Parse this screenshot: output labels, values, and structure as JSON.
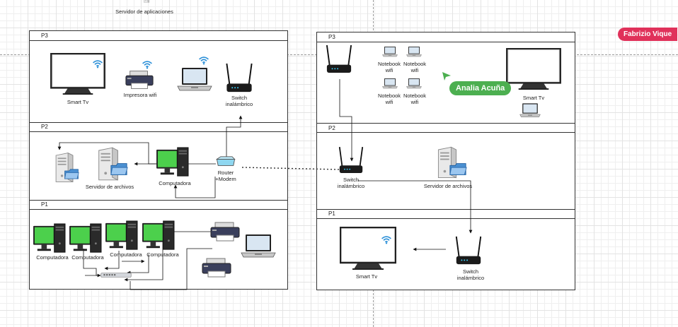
{
  "top_label": "Servidor de aplicaciones",
  "collaborators": {
    "green": "Analia Acuña",
    "red": "Fabrizio Vique"
  },
  "left": {
    "floors": {
      "p3": "P3",
      "p2": "P2",
      "p1": "P1"
    },
    "p3": {
      "smart_tv": "Smart Tv",
      "printer": "Impresora wifi",
      "switch": "Switch\ninalámbrico"
    },
    "p2": {
      "file_server": "Servidor de archivos",
      "computer": "Computadora",
      "router": "Router\n+Modem"
    },
    "p1": {
      "pc1": "Computadora",
      "pc2": "Computadora",
      "pc3": "Computadora",
      "pc4": "Computadora"
    }
  },
  "right": {
    "floors": {
      "p3": "P3",
      "p2": "P2",
      "p1": "P1"
    },
    "p3": {
      "nb1": "Notebook\nwifi",
      "nb2": "Notebook\nwifi",
      "nb3": "Notebook\nwifi",
      "nb4": "Notebook\nwifi",
      "smart_tv": "Smart Tv"
    },
    "p2": {
      "switch": "Switch\ninalámbrico",
      "file_server": "Servidor de archivos"
    },
    "p1": {
      "smart_tv": "Smart Tv",
      "switch": "Switch\ninalámbrico"
    }
  },
  "icons": [
    "wifi-icon",
    "tv-icon",
    "printer-icon",
    "laptop-icon",
    "router-icon",
    "server-icon",
    "desktop-computer-icon",
    "network-switch-icon",
    "wireless-switch-icon"
  ],
  "colors": {
    "screen_green": "#4cd04c",
    "tag_green": "#4caf50",
    "tag_red": "#e0315a",
    "wifi_blue": "#2a8fd8"
  }
}
